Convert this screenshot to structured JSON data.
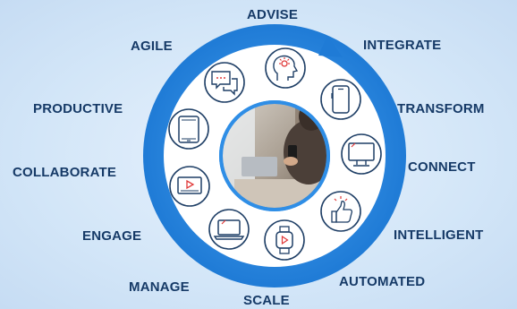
{
  "labels": {
    "advise": "ADVISE",
    "integrate": "INTEGRATE",
    "transform": "TRANSFORM",
    "connect": "CONNECT",
    "intelligent": "INTELLIGENT",
    "automated": "AUTOMATED",
    "scale": "SCALE",
    "manage": "MANAGE",
    "engage": "ENGAGE",
    "collaborate": "COLLABORATE",
    "productive": "PRODUCTIVE",
    "agile": "AGILE"
  },
  "icons": [
    "head-idea-icon",
    "smartphone-icon",
    "monitor-icon",
    "thumbs-up-icon",
    "smartwatch-icon",
    "laptop-icon",
    "video-player-icon",
    "tablet-icon",
    "chat-bubbles-icon"
  ],
  "colors": {
    "ring": "#2f8ee6",
    "ring_dark": "#1f6fc4",
    "text": "#163a67",
    "accent": "#e03a3a",
    "icon_stroke": "#1f3f66"
  }
}
